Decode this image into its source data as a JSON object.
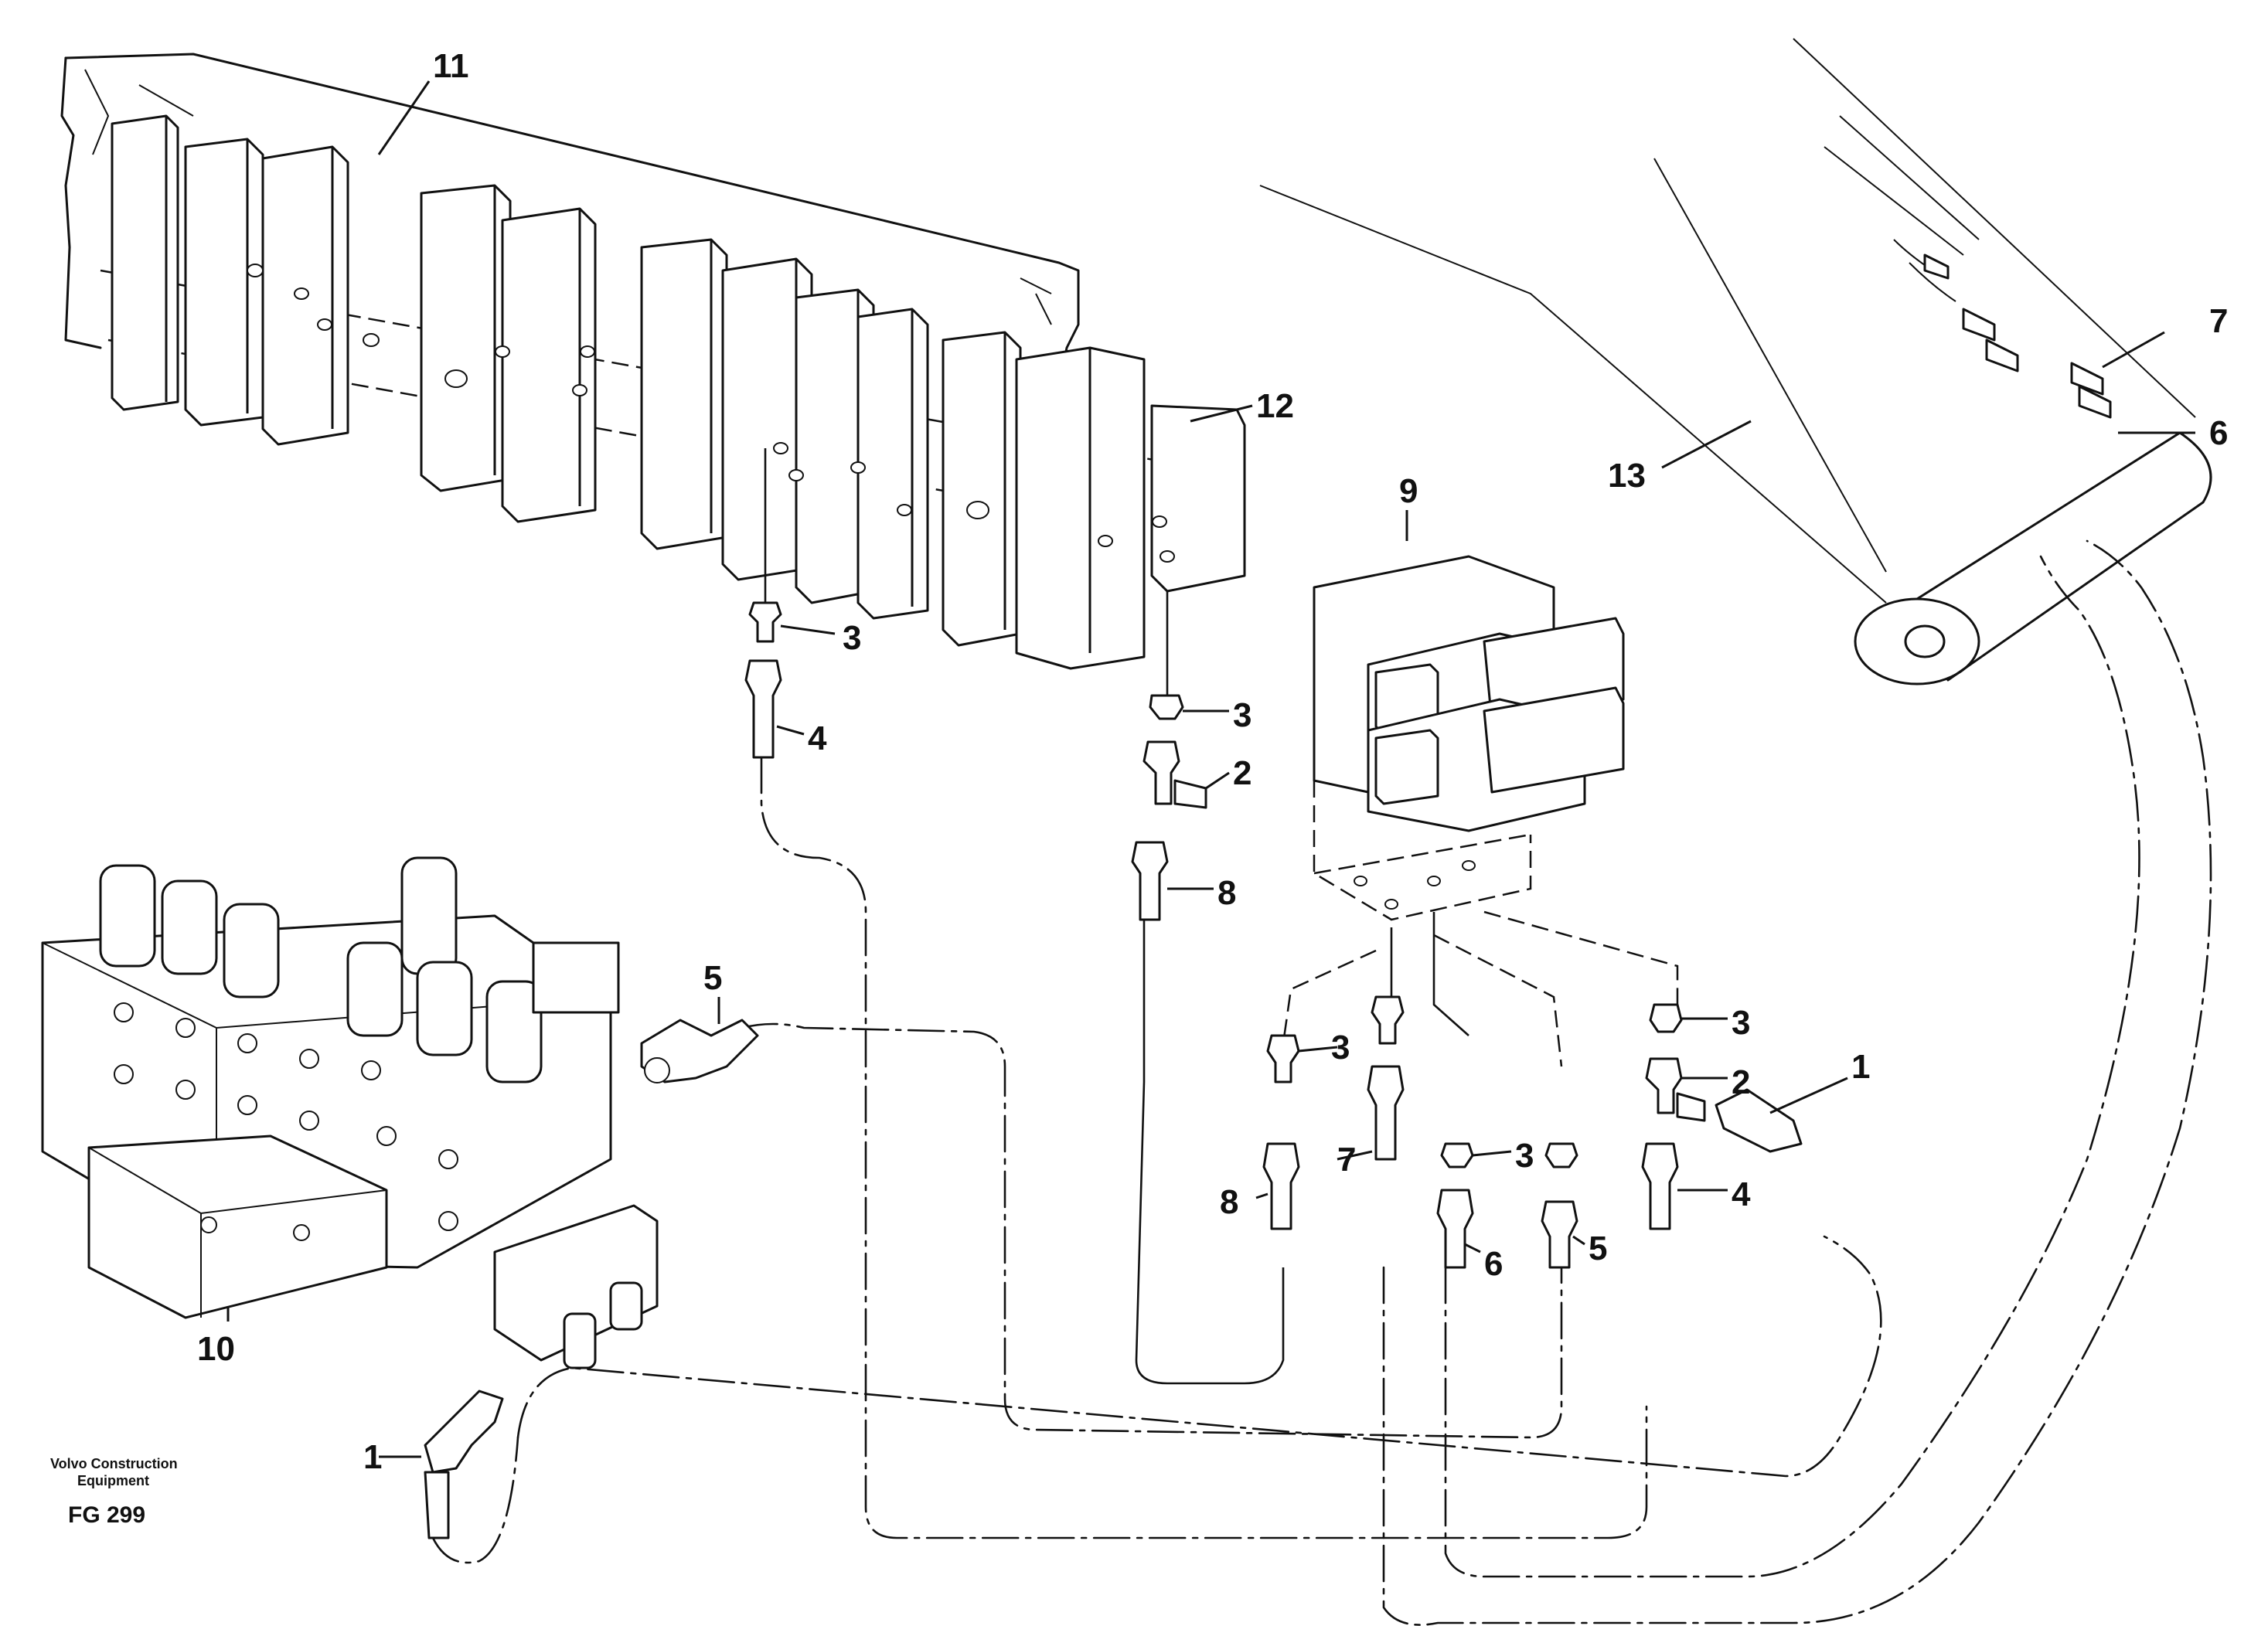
{
  "brand": {
    "line1": "Volvo Construction",
    "line2": "Equipment"
  },
  "figure_code": "FG 299",
  "callouts": [
    {
      "id": "c11",
      "label": "11"
    },
    {
      "id": "c12",
      "label": "12"
    },
    {
      "id": "c3a",
      "label": "3"
    },
    {
      "id": "c4a",
      "label": "4"
    },
    {
      "id": "c3b",
      "label": "3"
    },
    {
      "id": "c2a",
      "label": "2"
    },
    {
      "id": "c8a",
      "label": "8"
    },
    {
      "id": "c9",
      "label": "9"
    },
    {
      "id": "c13",
      "label": "13"
    },
    {
      "id": "c7a",
      "label": "7"
    },
    {
      "id": "c6a",
      "label": "6"
    },
    {
      "id": "c5a",
      "label": "5"
    },
    {
      "id": "c3c",
      "label": "3"
    },
    {
      "id": "c7b",
      "label": "7"
    },
    {
      "id": "c8b",
      "label": "8"
    },
    {
      "id": "c3d",
      "label": "3"
    },
    {
      "id": "c6b",
      "label": "6"
    },
    {
      "id": "c5b",
      "label": "5"
    },
    {
      "id": "c3e",
      "label": "3"
    },
    {
      "id": "c2b",
      "label": "2"
    },
    {
      "id": "c4b",
      "label": "4"
    },
    {
      "id": "c1a",
      "label": "1"
    },
    {
      "id": "c10",
      "label": "10"
    },
    {
      "id": "c1b",
      "label": "1"
    }
  ]
}
